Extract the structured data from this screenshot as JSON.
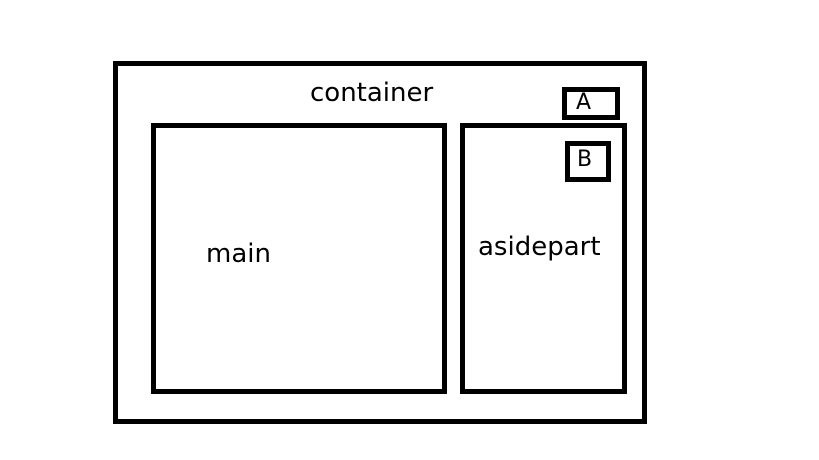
{
  "diagram": {
    "container": {
      "label": "container"
    },
    "main": {
      "label": "main"
    },
    "aside": {
      "label": "asidepart"
    },
    "box_a": {
      "label": "A"
    },
    "box_b": {
      "label": "B"
    }
  },
  "colors": {
    "stroke": "#000000",
    "background": "#ffffff",
    "text": "#000000"
  }
}
